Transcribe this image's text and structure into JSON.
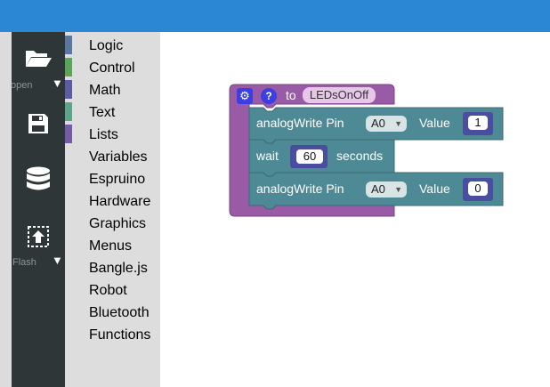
{
  "toolbar": {
    "open_label": "open",
    "flash_label": "Flash"
  },
  "categories": [
    {
      "label": "Logic",
      "color": "#5a77a0"
    },
    {
      "label": "Control",
      "color": "#5ba55b"
    },
    {
      "label": "Math",
      "color": "#5b5ba6"
    },
    {
      "label": "Text",
      "color": "#5ba58c"
    },
    {
      "label": "Lists",
      "color": "#745ba6"
    },
    {
      "label": "Variables",
      "color": ""
    },
    {
      "label": "Espruino",
      "color": ""
    },
    {
      "label": "Hardware",
      "color": ""
    },
    {
      "label": "Graphics",
      "color": ""
    },
    {
      "label": "Menus",
      "color": ""
    },
    {
      "label": "Bangle.js",
      "color": ""
    },
    {
      "label": "Robot",
      "color": ""
    },
    {
      "label": "Bluetooth",
      "color": ""
    },
    {
      "label": "Functions",
      "color": ""
    }
  ],
  "function_block": {
    "to_label": "to",
    "name": "LEDsOnOff",
    "color": "#995ba5",
    "statements": [
      {
        "label": "analogWrite Pin",
        "pin": "A0",
        "value_label": "Value",
        "value": "1"
      },
      {
        "label": "wait",
        "value": "60",
        "suffix": "seconds"
      },
      {
        "label": "analogWrite Pin",
        "pin": "A0",
        "value_label": "Value",
        "value": "0"
      }
    ],
    "statement_color": "#4e8a95"
  }
}
